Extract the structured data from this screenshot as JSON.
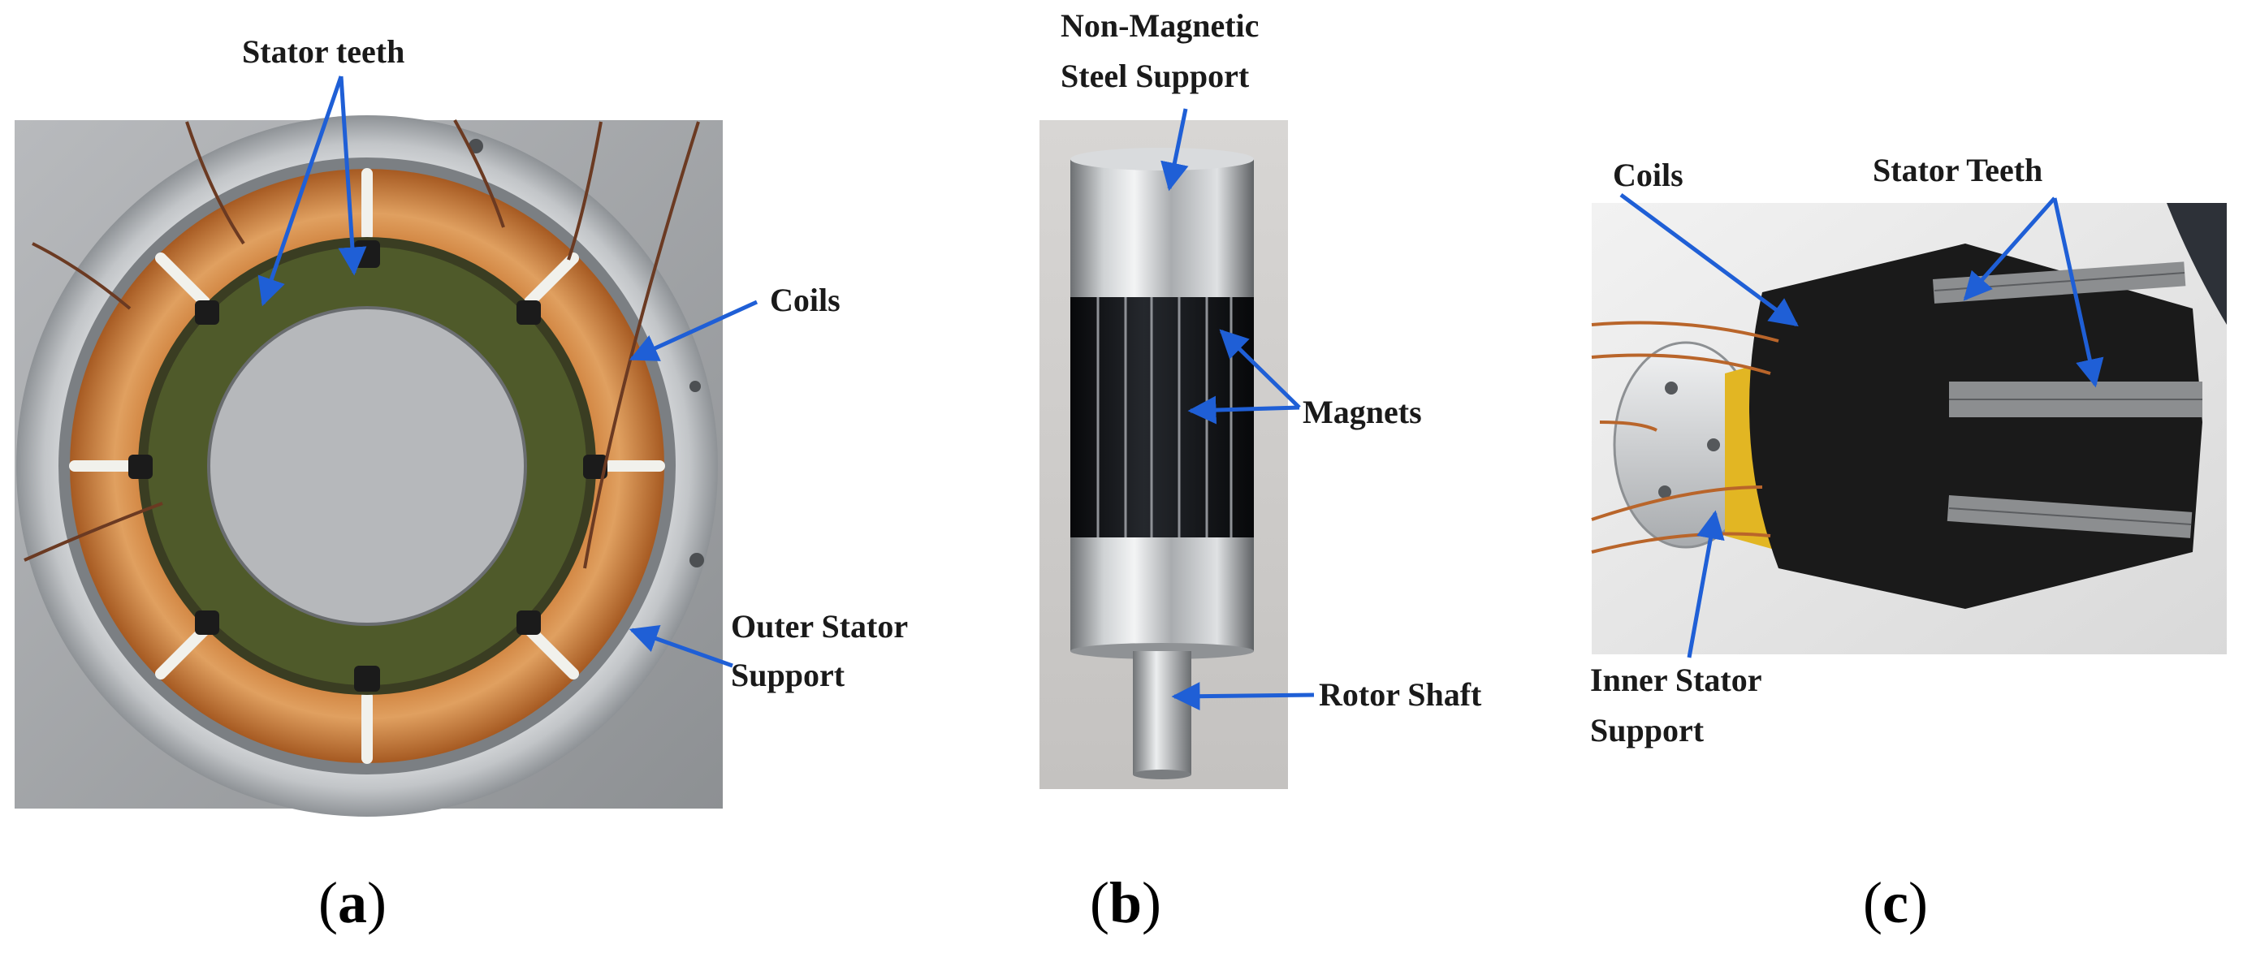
{
  "panels": [
    {
      "letter": "a",
      "labels": {
        "stator_teeth": "Stator teeth",
        "coils": "Coils",
        "outer_support_line1": "Outer Stator",
        "outer_support_line2": "Support"
      }
    },
    {
      "letter": "b",
      "labels": {
        "support_line1": "Non-Magnetic",
        "support_line2": "Steel Support",
        "magnets": "Magnets",
        "rotor_shaft": "Rotor Shaft"
      }
    },
    {
      "letter": "c",
      "labels": {
        "coils": "Coils",
        "stator_teeth": "Stator Teeth",
        "inner_support_line1": "Inner Stator",
        "inner_support_line2": "Support"
      }
    }
  ],
  "colors": {
    "arrow": "#1f5fd6",
    "copper": "#c8742e",
    "aluminum": "#c9cbcd",
    "magnet": "#14161a",
    "tape": "#1a1a1a",
    "kapton": "#e2b623",
    "background_a": "#9da0a3",
    "background_b": "#cfcdcb",
    "background_c": "#e6e6e6"
  },
  "icons": {
    "photo_a": "stator-photo",
    "photo_b": "rotor-photo",
    "photo_c": "inner-stator-photo",
    "arrow": "arrow-annotation"
  }
}
